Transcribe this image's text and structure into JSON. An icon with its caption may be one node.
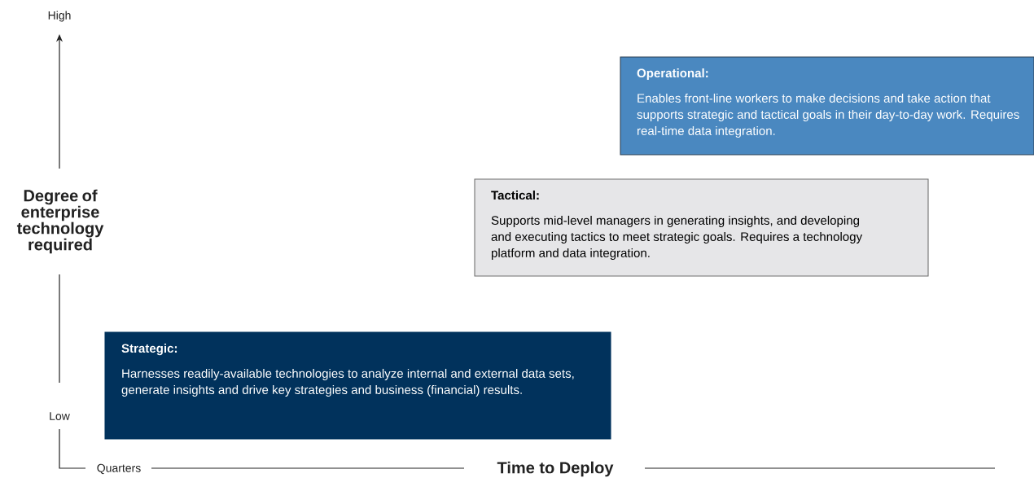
{
  "diagram": {
    "nodes": [
      {
        "text": [
          "Operational:",
          "Enables front-line workers to make decisions and take action that supports strategic and tactical goals in their day-to-day work.  Requires real-time data integration."
        ]
      },
      {
        "text": [
          "Tactical:",
          "Supports mid-level managers in generating insights, and developing and executing tactics to meet strategic goals. Requires a technology platform and data integration."
        ]
      },
      {
        "text": [
          "Strategic:",
          "Harnesses readily-available technologies to analyze internal and external data sets, generate insights and drive key strategies and business (financial) results."
        ]
      }
    ],
    "labels": [
      "High",
      "Degree of enterprise technology required",
      "Low",
      "Quarters",
      "Time to Deploy"
    ]
  }
}
